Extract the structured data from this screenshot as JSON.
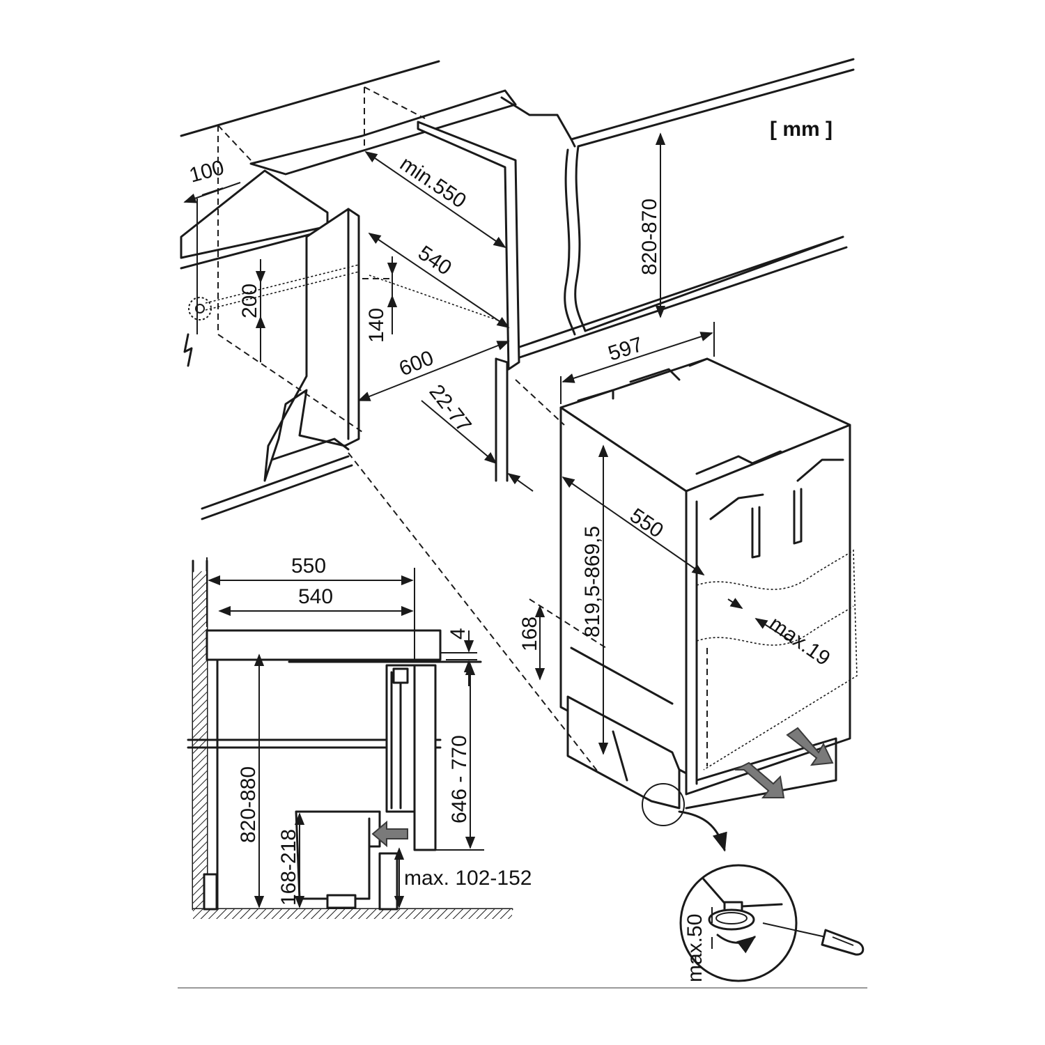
{
  "unit_label": "[ mm ]",
  "niche_dims": {
    "top_clearance": "100",
    "socket_height": "200",
    "min_depth": "min.550",
    "depth": "540",
    "vent_height": "140",
    "width": "600",
    "door_thickness": "22-77",
    "niche_height": "820-870"
  },
  "appliance_dims": {
    "width": "597",
    "depth": "550",
    "height": "819,5-869,5",
    "plinth_height": "168",
    "door_gap": "max.19"
  },
  "section_dims": {
    "outer_depth": "550",
    "inner_depth": "540",
    "worktop": "4",
    "niche_height": "820-880",
    "door_height": "646 - 770",
    "plinth_range": "168-218",
    "plinth_clearance": "max. 102-152"
  },
  "detail_dims": {
    "foot_adjust": "max.50"
  }
}
